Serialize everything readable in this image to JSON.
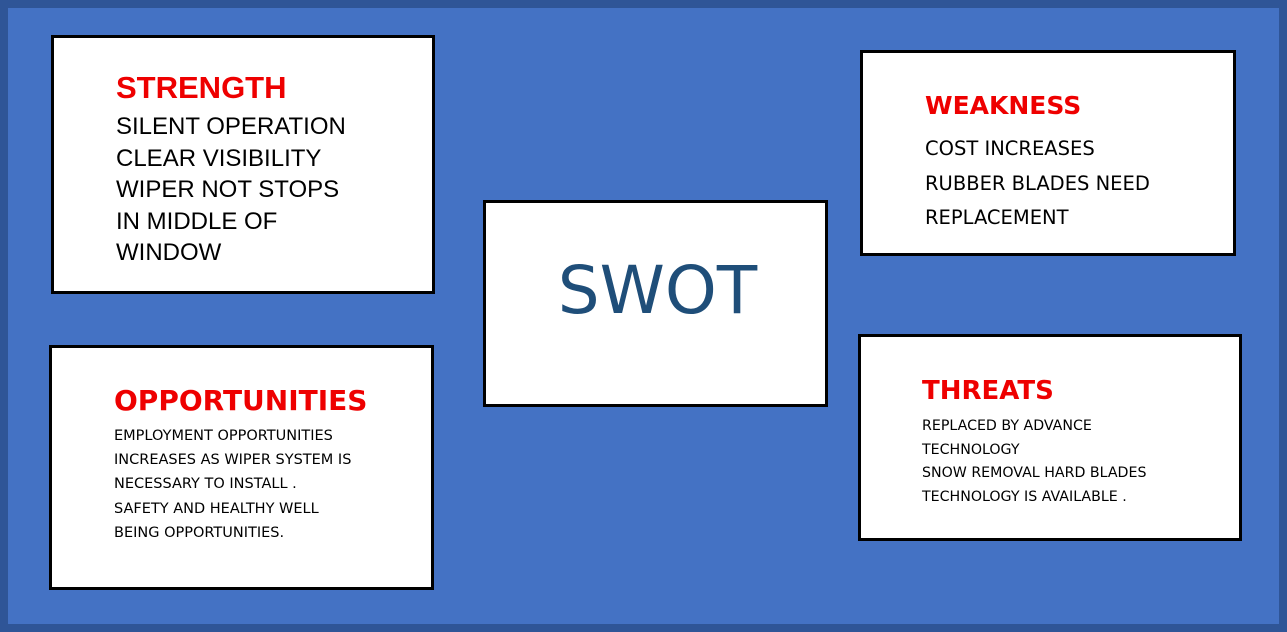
{
  "center": {
    "title": "SWOT"
  },
  "strength": {
    "heading": "STRENGTH",
    "lines": [
      "SILENT OPERATION",
      "CLEAR VISIBILITY",
      "WIPER NOT STOPS",
      "IN MIDDLE OF",
      "WINDOW"
    ]
  },
  "weakness": {
    "heading": "WEAKNESS",
    "lines": [
      "COST INCREASES",
      "RUBBER BLADES NEED",
      "REPLACEMENT"
    ]
  },
  "opportunities": {
    "heading": "OPPORTUNITIES",
    "lines": [
      "EMPLOYMENT OPPORTUNITIES",
      "INCREASES AS WIPER SYSTEM IS",
      "NECESSARY TO INSTALL .",
      "SAFETY AND HEALTHY WELL",
      "BEING OPPORTUNITIES."
    ]
  },
  "threats": {
    "heading": "THREATS",
    "lines": [
      "REPLACED BY ADVANCE",
      "TECHNOLOGY",
      "SNOW REMOVAL HARD BLADES",
      "TECHNOLOGY IS AVAILABLE ."
    ]
  },
  "colors": {
    "background": "#4472c4",
    "frame": "#2f5597",
    "heading": "#ee0000",
    "center_title": "#1f4e79"
  }
}
